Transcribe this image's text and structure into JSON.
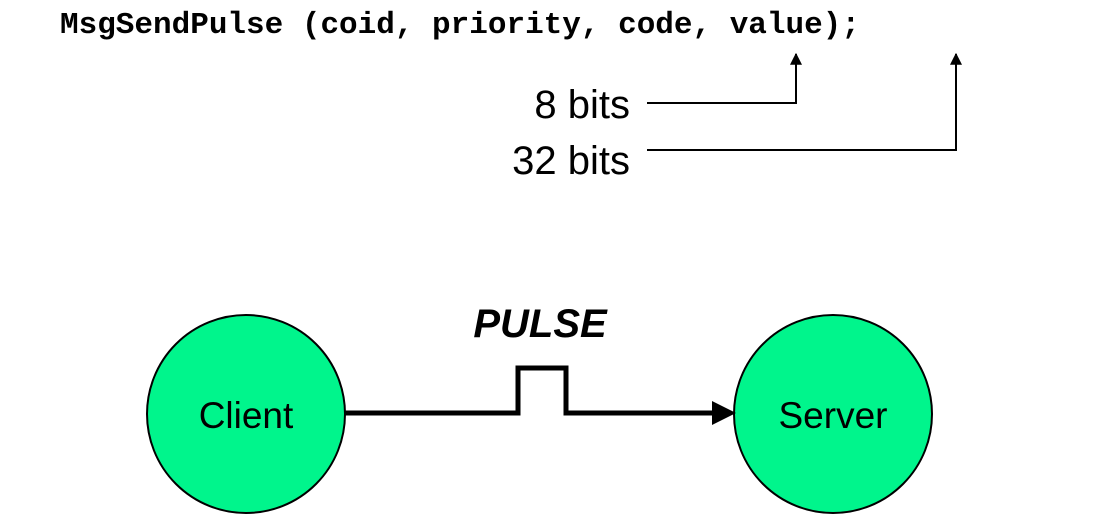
{
  "code_line": "MsgSendPulse (coid, priority, code, value);",
  "annotations": {
    "code_bits": "8 bits",
    "value_bits": "32 bits"
  },
  "signal": {
    "label": "PULSE"
  },
  "nodes": {
    "client": "Client",
    "server": "Server"
  },
  "colors": {
    "node_fill": "#00F58C",
    "stroke": "#000000"
  }
}
